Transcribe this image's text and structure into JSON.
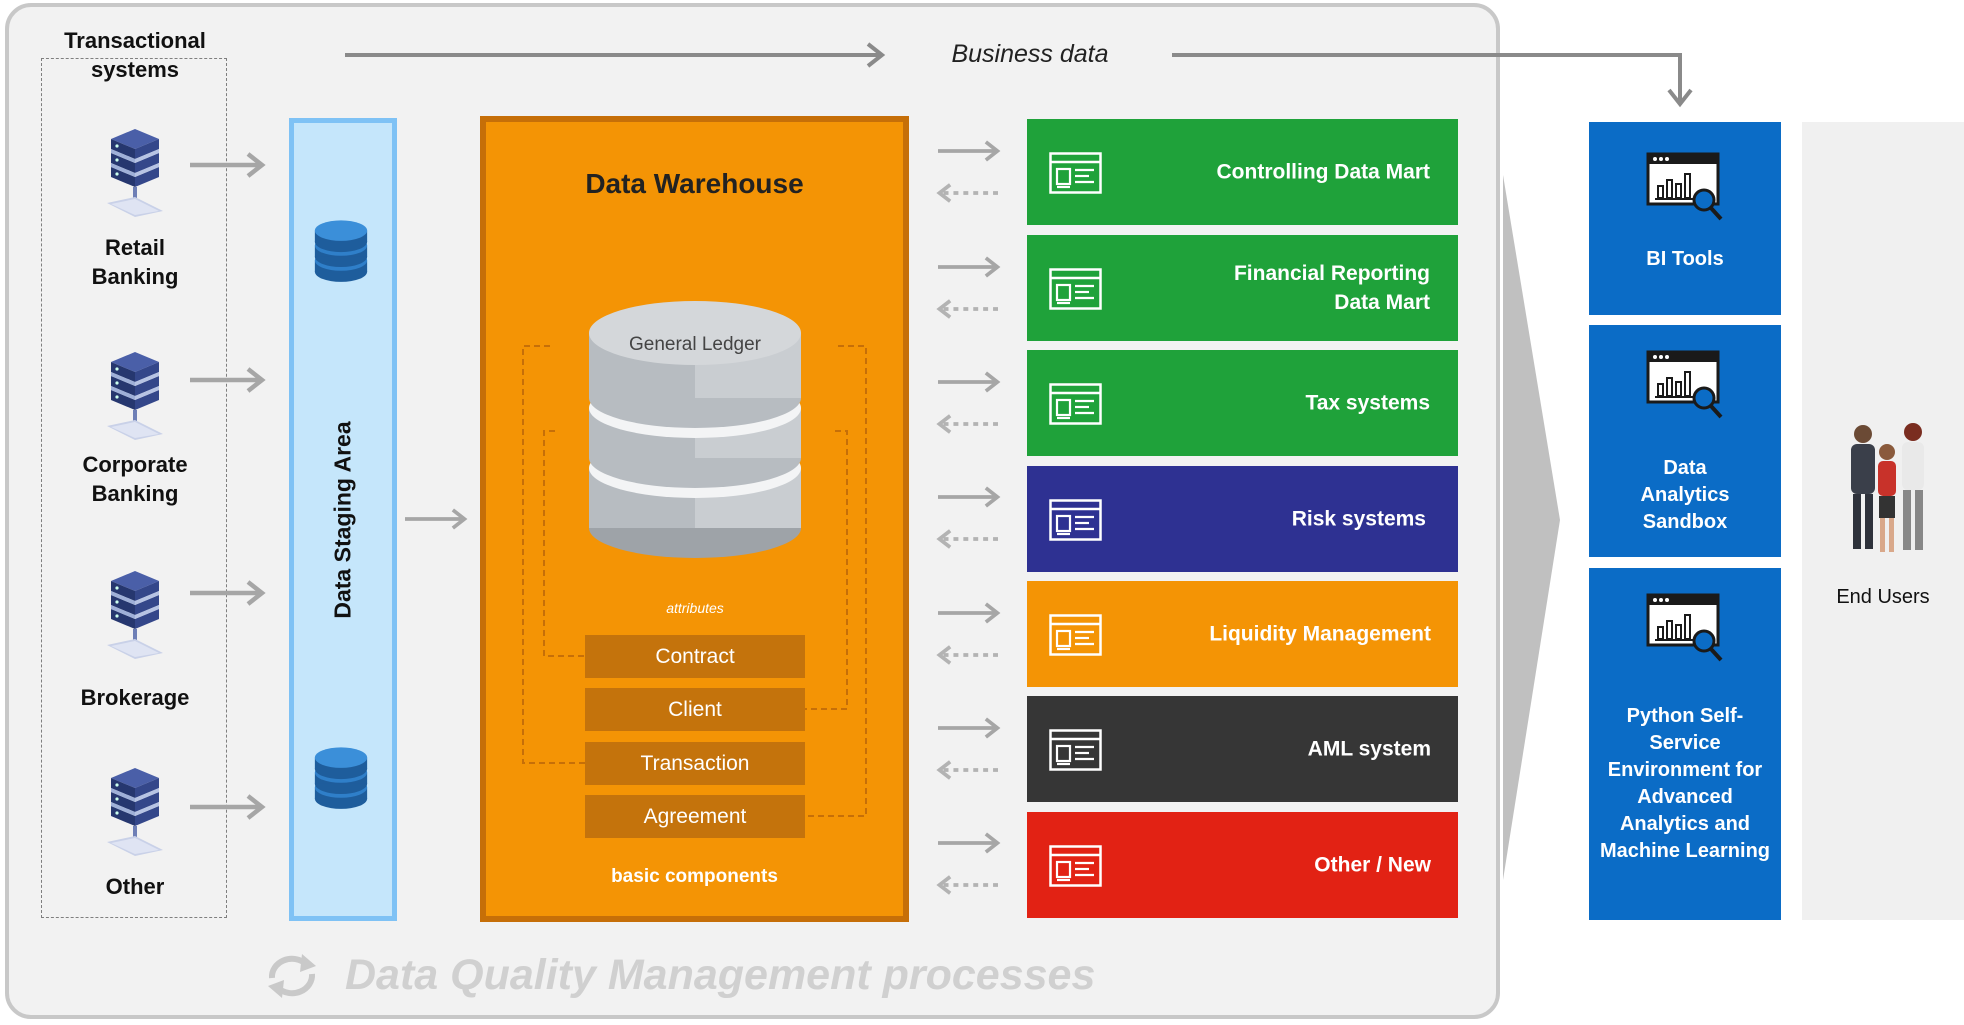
{
  "header": {
    "business_data": "Business data"
  },
  "sources": {
    "title": "Transactional systems",
    "items": [
      {
        "label": "Retail Banking"
      },
      {
        "label": "Corporate Banking"
      },
      {
        "label": "Brokerage"
      },
      {
        "label": "Other"
      }
    ]
  },
  "staging": {
    "label": "Data Staging Area"
  },
  "warehouse": {
    "title": "Data Warehouse",
    "ledger": "General Ledger",
    "attributes": "attributes",
    "components": [
      "Contract",
      "Client",
      "Transaction",
      "Agreement"
    ],
    "footer": "basic components"
  },
  "marts": [
    {
      "label": "Controlling Data Mart",
      "color": "#1fa23a"
    },
    {
      "label": "Financial Reporting Data Mart",
      "color": "#1fa23a"
    },
    {
      "label": "Tax systems",
      "color": "#1fa23a"
    },
    {
      "label": "Risk systems",
      "color": "#2e3192"
    },
    {
      "label": "Liquidity Management",
      "color": "#f49405"
    },
    {
      "label": "AML system",
      "color": "#363636"
    },
    {
      "label": "Other / New",
      "color": "#e22214"
    }
  ],
  "tools": [
    {
      "label": "BI Tools"
    },
    {
      "label": "Data Analytics Sandbox"
    },
    {
      "label": "Python Self-Service Environment for Advanced Analytics and Machine Learning"
    }
  ],
  "end_users": {
    "label": "End Users"
  },
  "footer": {
    "dq_processes": "Data Quality Management processes"
  },
  "colors": {
    "tool_blue": "#0b6cc6",
    "warehouse_orange": "#f49405",
    "staging_blue": "#c5e6fb"
  },
  "icons": [
    "server-icon",
    "database-icon",
    "report-icon",
    "analytics-icon",
    "people-icon",
    "refresh-icon",
    "arrow-right-icon"
  ]
}
